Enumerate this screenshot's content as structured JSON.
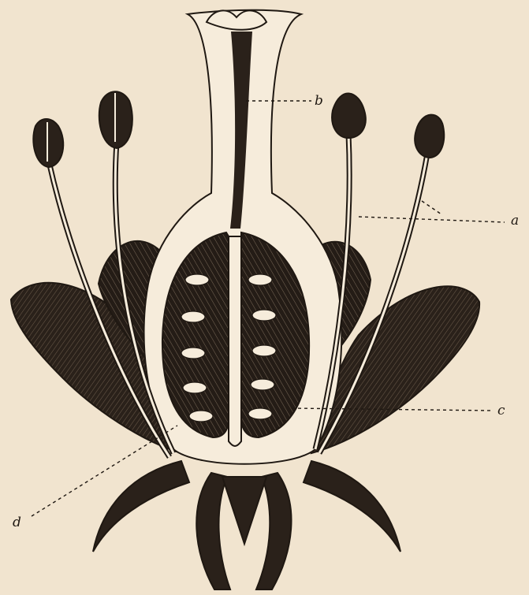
{
  "colors": {
    "paper": "#f1e4cf",
    "ink": "#1f1812"
  },
  "labels": {
    "a": "a",
    "b": "b",
    "c": "c",
    "d": "d"
  }
}
